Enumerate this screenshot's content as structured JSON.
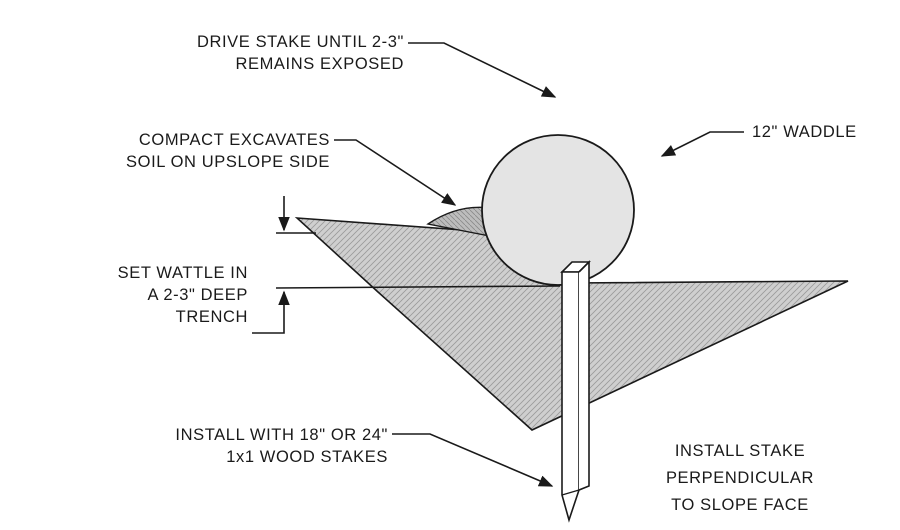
{
  "labels": {
    "drive_stake": [
      "DRIVE STAKE UNTIL 2-3\"",
      "REMAINS EXPOSED"
    ],
    "compact_soil": [
      "COMPACT EXCAVATES",
      "SOIL ON UPSLOPE SIDE"
    ],
    "set_wattle": [
      "SET WATTLE IN",
      "A 2-3\" DEEP",
      "TRENCH"
    ],
    "install_with": [
      "INSTALL WITH 18\" OR 24\"",
      "1x1 WOOD STAKES"
    ],
    "waddle": "12\" WADDLE",
    "install_stake": [
      "INSTALL STAKE",
      "PERPENDICULAR",
      "TO SLOPE FACE"
    ]
  },
  "colors": {
    "ink": "#1a1a1a",
    "soil_fill": "#c9c9c9",
    "berm_fill": "#b4b4b4",
    "wattle_fill": "#e4e4e4",
    "stake_fill": "#ffffff"
  }
}
